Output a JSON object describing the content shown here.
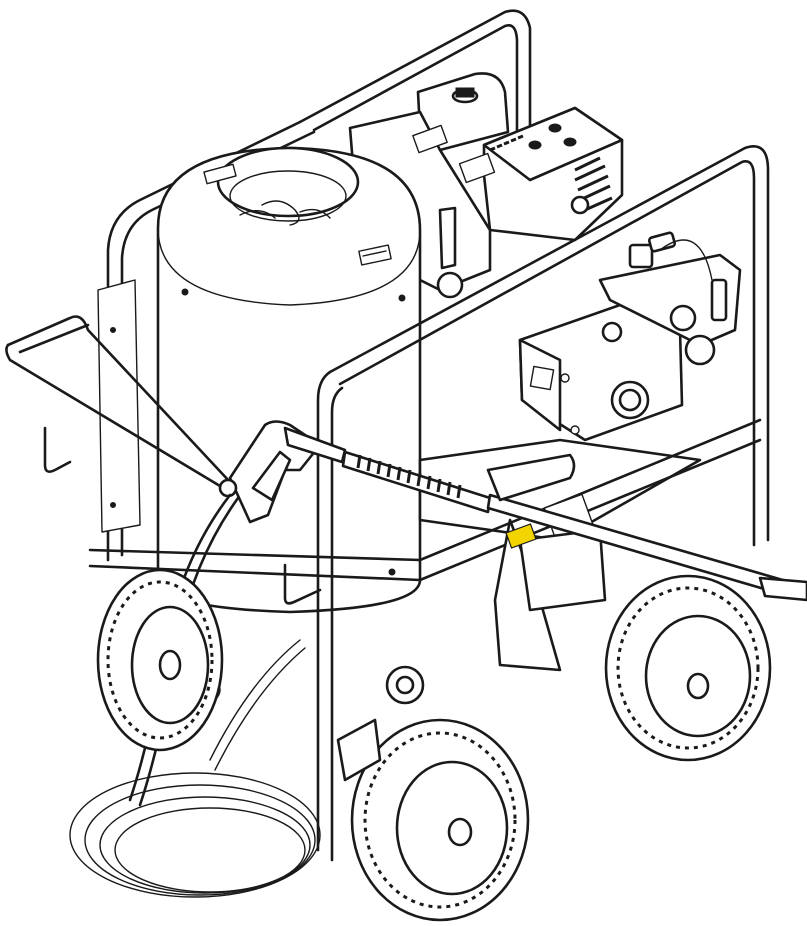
{
  "illustration": {
    "subject": "",
    "accent_colors": {
      "line": "#1a1a1a",
      "background": "#ffffff",
      "warning_label": "#f2d400"
    },
    "icons": [
      "pressure-washer-frame",
      "burner-coil-tank",
      "gasoline-engine",
      "pump-assembly",
      "spray-gun",
      "lance-wand",
      "hose-coil",
      "wheel"
    ]
  }
}
